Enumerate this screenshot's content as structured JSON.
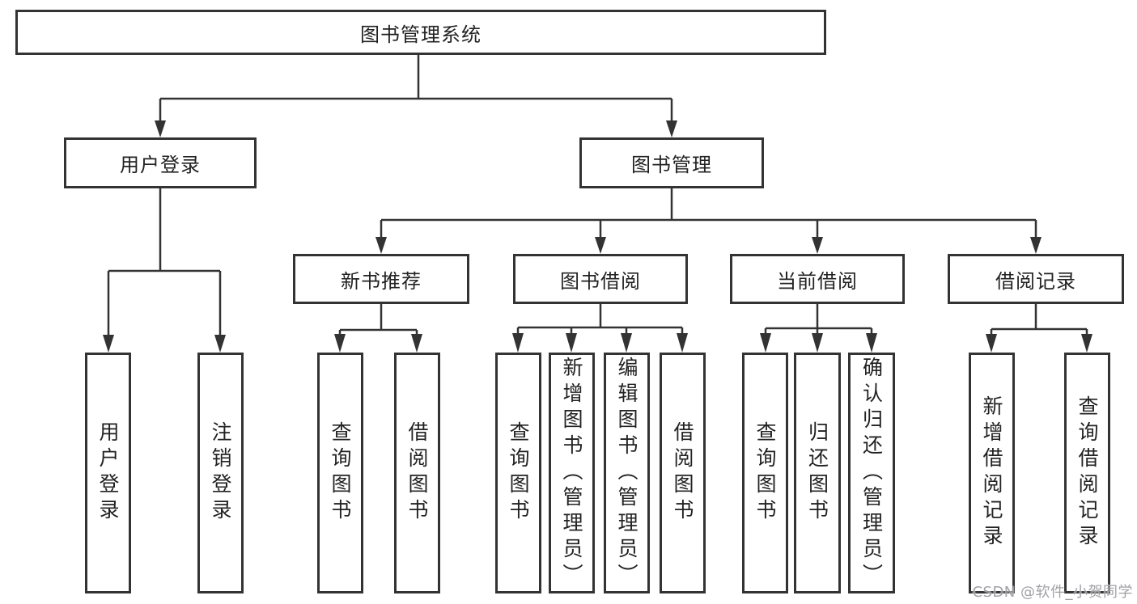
{
  "nodes": {
    "root": "图书管理系统",
    "level2": {
      "login": "用户登录",
      "mgmt": "图书管理"
    },
    "level3": [
      "新书推荐",
      "图书借阅",
      "当前借阅",
      "借阅记录"
    ],
    "login_children": [
      "用户登录",
      "注销登录"
    ],
    "newbook_children": [
      "查询图书",
      "借阅图书"
    ],
    "borrow_children": [
      "查询图书",
      "新增图书（管理员）",
      "编辑图书（管理员）",
      "借阅图书"
    ],
    "current_children": [
      "查询图书",
      "归还图书",
      "确认归还（管理员）"
    ],
    "record_children": [
      "新增借阅记录",
      "查询借阅记录"
    ]
  },
  "watermark": {
    "text": "CSDN @软件_小贺同学",
    "color": "#9a9a9f"
  },
  "colors": {
    "line": "#333333",
    "box_border": "#333333",
    "text": "#222222",
    "background": "#ffffff"
  }
}
